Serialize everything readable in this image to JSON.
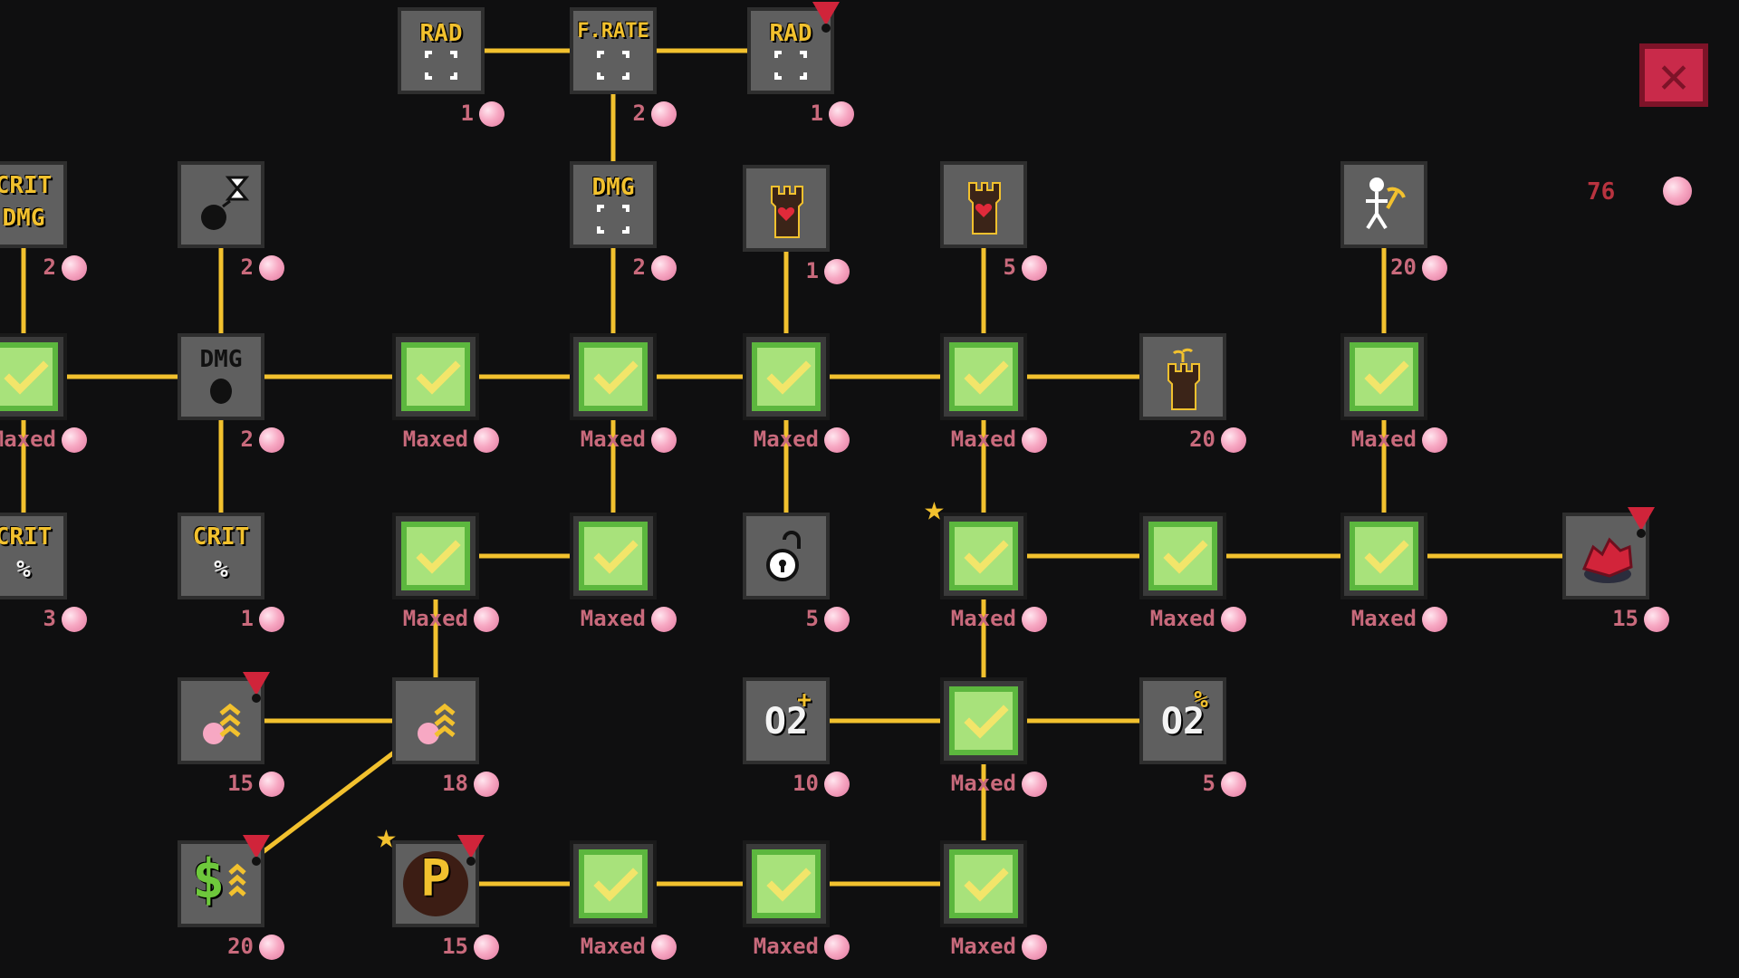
{
  "currency": {
    "amount": "76"
  },
  "close_button": {
    "symbol": "✕"
  },
  "nodes": [
    {
      "id": "rad-1",
      "state": "locked",
      "label": "RAD",
      "sub": "[ ]",
      "icon": "radius-icon",
      "cost": "1",
      "alert": false,
      "star": false
    },
    {
      "id": "frate",
      "state": "locked",
      "label": "F.RATE",
      "sub": "[ ]",
      "icon": "fire-rate-icon",
      "cost": "2",
      "alert": false,
      "star": false
    },
    {
      "id": "rad-2",
      "state": "locked",
      "label": "RAD",
      "sub": "[ ]",
      "icon": "radius-icon",
      "cost": "1",
      "alert": true,
      "star": false
    },
    {
      "id": "crit-dmg",
      "state": "locked",
      "label": "CRIT",
      "sub": "DMG",
      "icon": "crit-damage-icon",
      "cost": "2",
      "alert": false,
      "star": false
    },
    {
      "id": "bomb-timer",
      "state": "locked",
      "label": "",
      "sub": "",
      "icon": "bomb-hourglass-icon",
      "cost": "2",
      "alert": false,
      "star": false
    },
    {
      "id": "dmg-upgrade",
      "state": "locked",
      "label": "DMG",
      "sub": "[ ]",
      "icon": "damage-icon",
      "cost": "2",
      "alert": false,
      "star": false
    },
    {
      "id": "tower-heart-1",
      "state": "locked",
      "label": "",
      "sub": "",
      "icon": "tower-heart-icon",
      "cost": "1",
      "alert": false,
      "star": false
    },
    {
      "id": "tower-heart-2",
      "state": "locked",
      "label": "",
      "sub": "",
      "icon": "tower-heart-icon",
      "cost": "5",
      "alert": false,
      "star": false
    },
    {
      "id": "miner",
      "state": "locked",
      "label": "",
      "sub": "",
      "icon": "miner-pickaxe-icon",
      "cost": "20",
      "alert": false,
      "star": false
    },
    {
      "id": "maxed-r2c0",
      "state": "maxed",
      "cost": "Maxed",
      "alert": false,
      "star": false
    },
    {
      "id": "dmg-bomb",
      "state": "locked",
      "label": "DMG",
      "sub": "●",
      "icon": "damage-bomb-icon",
      "cost": "2",
      "alert": false,
      "star": false
    },
    {
      "id": "maxed-r2c2",
      "state": "maxed",
      "cost": "Maxed",
      "alert": false,
      "star": false
    },
    {
      "id": "maxed-r2c3",
      "state": "maxed",
      "cost": "Maxed",
      "alert": false,
      "star": false
    },
    {
      "id": "maxed-r2c4",
      "state": "maxed",
      "cost": "Maxed",
      "alert": false,
      "star": false
    },
    {
      "id": "maxed-r2c5",
      "state": "maxed",
      "cost": "Maxed",
      "alert": false,
      "star": false
    },
    {
      "id": "tower-plant",
      "state": "locked",
      "label": "",
      "sub": "",
      "icon": "tower-sprout-icon",
      "cost": "20",
      "alert": false,
      "star": false
    },
    {
      "id": "maxed-r2c7",
      "state": "maxed",
      "cost": "Maxed",
      "alert": false,
      "star": false
    },
    {
      "id": "crit-pct-1",
      "state": "locked",
      "label": "CRIT",
      "sub": "%",
      "icon": "crit-chance-icon",
      "cost": "3",
      "alert": false,
      "star": false
    },
    {
      "id": "crit-pct-2",
      "state": "locked",
      "label": "CRIT",
      "sub": "%",
      "icon": "crit-chance-icon",
      "cost": "1",
      "alert": false,
      "star": false
    },
    {
      "id": "maxed-r3c2",
      "state": "maxed",
      "cost": "Maxed",
      "alert": false,
      "star": false
    },
    {
      "id": "maxed-r3c3",
      "state": "maxed",
      "cost": "Maxed",
      "alert": false,
      "star": false
    },
    {
      "id": "unlock-bomb",
      "state": "locked",
      "label": "",
      "sub": "",
      "icon": "unlock-bomb-icon",
      "cost": "5",
      "alert": false,
      "star": false
    },
    {
      "id": "maxed-r3c5",
      "state": "maxed",
      "cost": "Maxed",
      "alert": false,
      "star": true
    },
    {
      "id": "maxed-r3c6",
      "state": "maxed",
      "cost": "Maxed",
      "alert": false,
      "star": false
    },
    {
      "id": "maxed-r3c7",
      "state": "maxed",
      "cost": "Maxed",
      "alert": false,
      "star": false
    },
    {
      "id": "crystals",
      "state": "locked",
      "label": "",
      "sub": "",
      "icon": "red-crystal-icon",
      "cost": "15",
      "alert": true,
      "star": false
    },
    {
      "id": "orb-upgrade-1",
      "state": "locked",
      "label": "",
      "sub": "",
      "icon": "orb-chevron-up-icon",
      "cost": "15",
      "alert": true,
      "star": false
    },
    {
      "id": "orb-upgrade-2",
      "state": "locked",
      "label": "",
      "sub": "",
      "icon": "orb-chevron-up-icon",
      "cost": "18",
      "alert": false,
      "star": false
    },
    {
      "id": "o2-plus",
      "state": "locked",
      "label": "O2",
      "sub": "+",
      "icon": "oxygen-plus-icon",
      "cost": "10",
      "alert": false,
      "star": false
    },
    {
      "id": "maxed-r4c5",
      "state": "maxed",
      "cost": "Maxed",
      "alert": false,
      "star": false
    },
    {
      "id": "o2-pct",
      "state": "locked",
      "label": "O2",
      "sub": "%",
      "icon": "oxygen-percent-icon",
      "cost": "5",
      "alert": false,
      "star": false
    },
    {
      "id": "money-upgrade",
      "state": "locked",
      "label": "$",
      "sub": "",
      "icon": "money-chevron-up-icon",
      "cost": "20",
      "alert": true,
      "star": false
    },
    {
      "id": "p-coin",
      "state": "locked",
      "label": "P",
      "sub": "",
      "icon": "p-coin-icon",
      "cost": "15",
      "alert": true,
      "star": true
    },
    {
      "id": "maxed-r5c3",
      "state": "maxed",
      "cost": "Maxed",
      "alert": false,
      "star": false
    },
    {
      "id": "maxed-r5c4",
      "state": "maxed",
      "cost": "Maxed",
      "alert": false,
      "star": false
    },
    {
      "id": "maxed-r5c5",
      "state": "maxed",
      "cost": "Maxed",
      "alert": false,
      "star": false
    }
  ]
}
